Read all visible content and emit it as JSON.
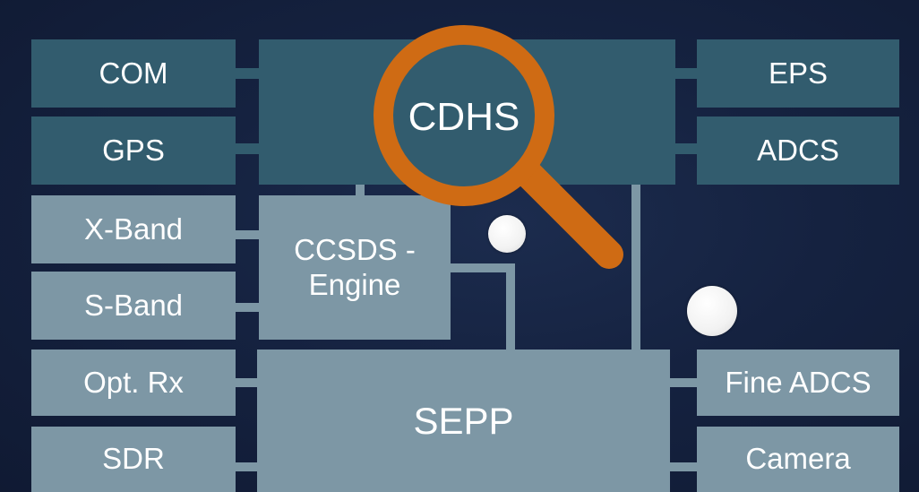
{
  "blocks": {
    "com": "COM",
    "gps": "GPS",
    "cdhs": "CDHS",
    "eps": "EPS",
    "adcs": "ADCS",
    "xband": "X-Band",
    "sband": "S-Band",
    "ccsds": "CCSDS -\nEngine",
    "optrx": "Opt. Rx",
    "sdr": "SDR",
    "sepp": "SEPP",
    "fine_adcs": "Fine ADCS",
    "camera": "Camera"
  },
  "colors": {
    "background": "#152240",
    "top_blocks": "#325c6e",
    "lower_blocks": "#7d97a5",
    "magnifier": "#cf6b14",
    "dots": "#ffffff"
  },
  "icons": {
    "magnifier": "magnifying-glass-icon"
  }
}
